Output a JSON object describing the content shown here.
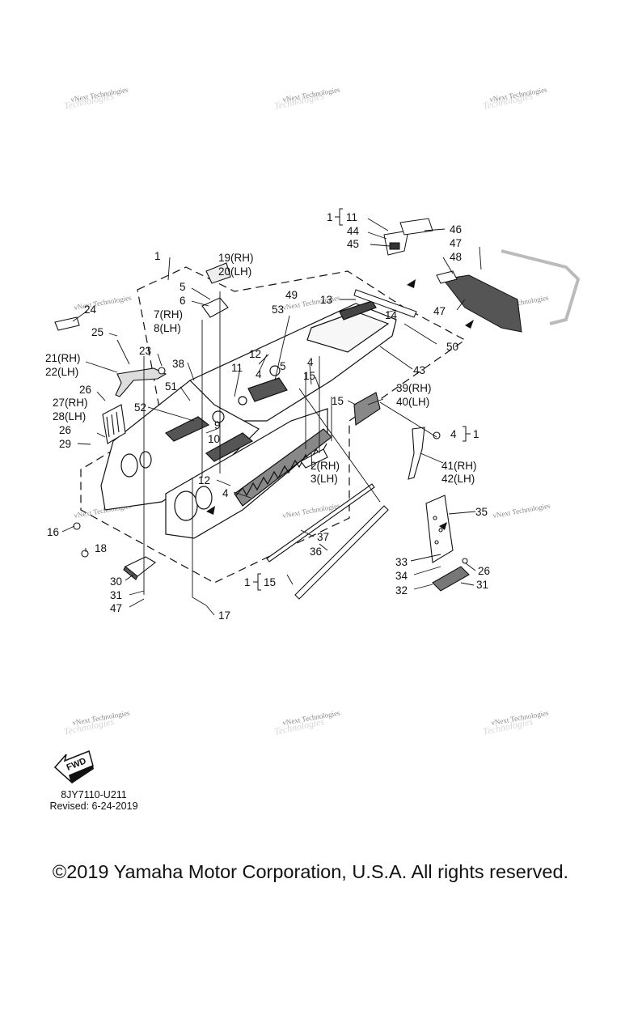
{
  "watermark_text": "vNext Technologies",
  "watermark_big": "Technologies",
  "drawing_code": "8JY7110-U211",
  "revised": "Revised: 6-24-2019",
  "fwd_label": "FWD",
  "copyright": "©2019 Yamaha Motor Corporation, U.S.A. All rights reserved.",
  "callouts": {
    "c1_top": "1",
    "c11_top": "11",
    "c44": "44",
    "c45": "45",
    "c46": "46",
    "c47_top": "47",
    "c48": "48",
    "c47_right": "47",
    "c1_main": "1",
    "c19": "19(RH)",
    "c20": "20(LH)",
    "c5a": "5",
    "c6": "6",
    "c7": "7(RH)",
    "c8": "8(LH)",
    "c24": "24",
    "c25": "25",
    "c23": "23",
    "c38": "38",
    "c21": "21(RH)",
    "c22": "22(LH)",
    "c26a": "26",
    "c27": "27(RH)",
    "c28": "28(LH)",
    "c26b": "26",
    "c29": "29",
    "c49": "49",
    "c53": "53",
    "c13": "13",
    "c14": "14",
    "c50": "50",
    "c43": "43",
    "c12a": "12",
    "c11_mid": "11",
    "c5b": "5",
    "c4a": "4",
    "c4b": "4",
    "c15a": "15",
    "c15b": "15",
    "c51": "51",
    "c52": "52",
    "c9": "9",
    "c10": "10",
    "c39": "39(RH)",
    "c40": "40(LH)",
    "c4_right": "4",
    "c1_right": "1",
    "c41": "41(RH)",
    "c42": "42(LH)",
    "c2": "2(RH)",
    "c3": "3(LH)",
    "c12b": "12",
    "c4c": "4",
    "c35": "35",
    "c16": "16",
    "c18": "18",
    "c37": "37",
    "c36": "36",
    "c33": "33",
    "c26c": "26",
    "c34": "34",
    "c31b": "31",
    "c32": "32",
    "c30": "30",
    "c31a": "31",
    "c47_bottom": "47",
    "c1_bottom": "1",
    "c15_bottom": "15",
    "c17": "17"
  },
  "colors": {
    "line": "#111111",
    "part_fill": "#ffffff",
    "shade": "#444444",
    "light": "#bbbbbb"
  }
}
